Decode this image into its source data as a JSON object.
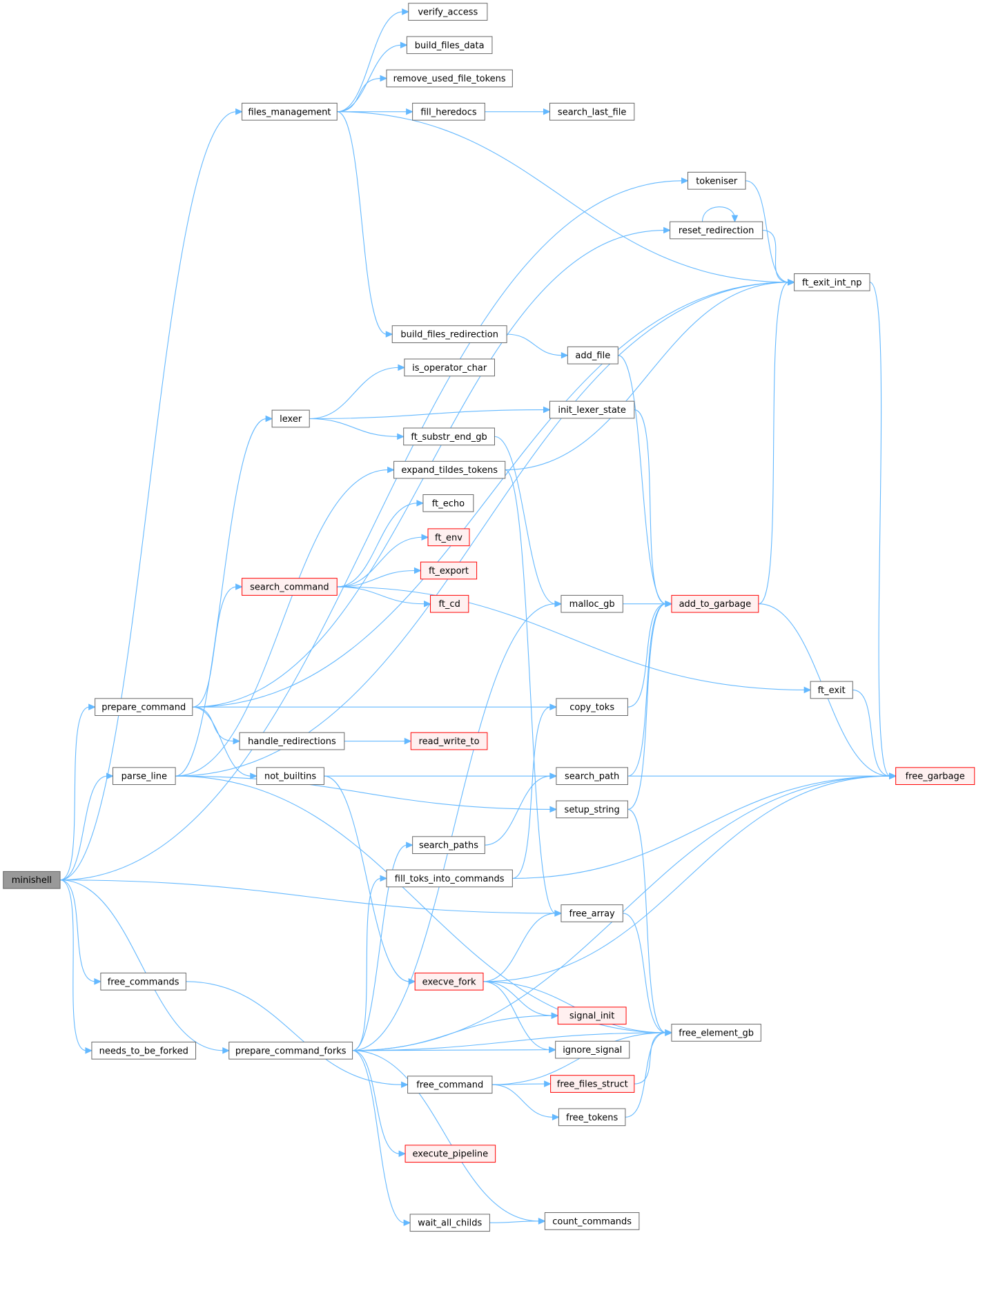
{
  "graph": {
    "title": "",
    "colors": {
      "edge": "#63b8ff",
      "node_fill": "#ffffff",
      "node_border": "#666666",
      "current_fill": "#999999",
      "current_border": "#666666",
      "truncated_fill": "#fff0f0",
      "truncated_border": "#ff0000",
      "text": "#000000"
    },
    "nodes": [
      {
        "id": "minishell",
        "label": "minishell",
        "style": "current"
      },
      {
        "id": "files_management",
        "label": "files_management",
        "style": "normal"
      },
      {
        "id": "verify_access",
        "label": "verify_access",
        "style": "normal"
      },
      {
        "id": "build_files_data",
        "label": "build_files_data",
        "style": "normal"
      },
      {
        "id": "remove_used_file_tokens",
        "label": "remove_used_file_tokens",
        "style": "normal"
      },
      {
        "id": "fill_heredocs",
        "label": "fill_heredocs",
        "style": "normal"
      },
      {
        "id": "search_last_file",
        "label": "search_last_file",
        "style": "normal"
      },
      {
        "id": "tokeniser",
        "label": "tokeniser",
        "style": "normal"
      },
      {
        "id": "reset_redirection",
        "label": "reset_redirection",
        "style": "normal"
      },
      {
        "id": "ft_exit_int_np",
        "label": "ft_exit_int_np",
        "style": "normal"
      },
      {
        "id": "build_files_redirection",
        "label": "build_files_redirection",
        "style": "normal"
      },
      {
        "id": "add_file",
        "label": "add_file",
        "style": "normal"
      },
      {
        "id": "is_operator_char",
        "label": "is_operator_char",
        "style": "normal"
      },
      {
        "id": "lexer",
        "label": "lexer",
        "style": "normal"
      },
      {
        "id": "init_lexer_state",
        "label": "init_lexer_state",
        "style": "normal"
      },
      {
        "id": "ft_substr_end_gb",
        "label": "ft_substr_end_gb",
        "style": "normal"
      },
      {
        "id": "expand_tildes_tokens",
        "label": "expand_tildes_tokens",
        "style": "normal"
      },
      {
        "id": "ft_echo",
        "label": "ft_echo",
        "style": "normal"
      },
      {
        "id": "ft_env",
        "label": "ft_env",
        "style": "truncated"
      },
      {
        "id": "ft_export",
        "label": "ft_export",
        "style": "truncated"
      },
      {
        "id": "search_command",
        "label": "search_command",
        "style": "truncated"
      },
      {
        "id": "ft_cd",
        "label": "ft_cd",
        "style": "truncated"
      },
      {
        "id": "malloc_gb",
        "label": "malloc_gb",
        "style": "normal"
      },
      {
        "id": "add_to_garbage",
        "label": "add_to_garbage",
        "style": "truncated"
      },
      {
        "id": "ft_exit",
        "label": "ft_exit",
        "style": "normal"
      },
      {
        "id": "prepare_command",
        "label": "prepare_command",
        "style": "normal"
      },
      {
        "id": "copy_toks",
        "label": "copy_toks",
        "style": "normal"
      },
      {
        "id": "handle_redirections",
        "label": "handle_redirections",
        "style": "normal"
      },
      {
        "id": "read_write_to",
        "label": "read_write_to",
        "style": "truncated"
      },
      {
        "id": "parse_line",
        "label": "parse_line",
        "style": "normal"
      },
      {
        "id": "not_builtins",
        "label": "not_builtins",
        "style": "normal"
      },
      {
        "id": "search_path",
        "label": "search_path",
        "style": "normal"
      },
      {
        "id": "free_garbage",
        "label": "free_garbage",
        "style": "truncated"
      },
      {
        "id": "setup_string",
        "label": "setup_string",
        "style": "normal"
      },
      {
        "id": "search_paths",
        "label": "search_paths",
        "style": "normal"
      },
      {
        "id": "fill_toks_into_commands",
        "label": "fill_toks_into_commands",
        "style": "normal"
      },
      {
        "id": "free_array",
        "label": "free_array",
        "style": "normal"
      },
      {
        "id": "free_commands",
        "label": "free_commands",
        "style": "normal"
      },
      {
        "id": "execve_fork",
        "label": "execve_fork",
        "style": "truncated"
      },
      {
        "id": "signal_init",
        "label": "signal_init",
        "style": "truncated"
      },
      {
        "id": "free_element_gb",
        "label": "free_element_gb",
        "style": "normal"
      },
      {
        "id": "needs_to_be_forked",
        "label": "needs_to_be_forked",
        "style": "normal"
      },
      {
        "id": "prepare_command_forks",
        "label": "prepare_command_forks",
        "style": "normal"
      },
      {
        "id": "ignore_signal",
        "label": "ignore_signal",
        "style": "normal"
      },
      {
        "id": "free_command",
        "label": "free_command",
        "style": "normal"
      },
      {
        "id": "free_files_struct",
        "label": "free_files_struct",
        "style": "truncated"
      },
      {
        "id": "free_tokens",
        "label": "free_tokens",
        "style": "normal"
      },
      {
        "id": "execute_pipeline",
        "label": "execute_pipeline",
        "style": "truncated"
      },
      {
        "id": "wait_all_childs",
        "label": "wait_all_childs",
        "style": "normal"
      },
      {
        "id": "count_commands",
        "label": "count_commands",
        "style": "normal"
      }
    ],
    "edges": [
      [
        "minishell",
        "files_management"
      ],
      [
        "minishell",
        "tokeniser"
      ],
      [
        "minishell",
        "prepare_command"
      ],
      [
        "minishell",
        "parse_line"
      ],
      [
        "minishell",
        "free_array"
      ],
      [
        "minishell",
        "free_commands"
      ],
      [
        "minishell",
        "needs_to_be_forked"
      ],
      [
        "minishell",
        "prepare_command_forks"
      ],
      [
        "files_management",
        "verify_access"
      ],
      [
        "files_management",
        "build_files_data"
      ],
      [
        "files_management",
        "remove_used_file_tokens"
      ],
      [
        "files_management",
        "fill_heredocs"
      ],
      [
        "files_management",
        "ft_exit_int_np"
      ],
      [
        "files_management",
        "build_files_redirection"
      ],
      [
        "fill_heredocs",
        "search_last_file"
      ],
      [
        "tokeniser",
        "ft_exit_int_np"
      ],
      [
        "reset_redirection",
        "reset_redirection"
      ],
      [
        "reset_redirection",
        "ft_exit_int_np"
      ],
      [
        "ft_exit_int_np",
        "free_garbage"
      ],
      [
        "build_files_redirection",
        "add_file"
      ],
      [
        "add_file",
        "add_to_garbage"
      ],
      [
        "lexer",
        "is_operator_char"
      ],
      [
        "lexer",
        "init_lexer_state"
      ],
      [
        "lexer",
        "ft_substr_end_gb"
      ],
      [
        "init_lexer_state",
        "add_to_garbage"
      ],
      [
        "ft_substr_end_gb",
        "malloc_gb"
      ],
      [
        "expand_tildes_tokens",
        "ft_exit_int_np"
      ],
      [
        "expand_tildes_tokens",
        "free_array"
      ],
      [
        "search_command",
        "ft_echo"
      ],
      [
        "search_command",
        "ft_env"
      ],
      [
        "search_command",
        "ft_export"
      ],
      [
        "search_command",
        "ft_cd"
      ],
      [
        "search_command",
        "ft_exit"
      ],
      [
        "malloc_gb",
        "add_to_garbage"
      ],
      [
        "add_to_garbage",
        "ft_exit_int_np"
      ],
      [
        "add_to_garbage",
        "free_garbage"
      ],
      [
        "ft_exit",
        "free_garbage"
      ],
      [
        "prepare_command",
        "reset_redirection"
      ],
      [
        "prepare_command",
        "ft_exit_int_np"
      ],
      [
        "prepare_command",
        "search_command"
      ],
      [
        "prepare_command",
        "copy_toks"
      ],
      [
        "prepare_command",
        "handle_redirections"
      ],
      [
        "prepare_command",
        "not_builtins"
      ],
      [
        "copy_toks",
        "add_to_garbage"
      ],
      [
        "handle_redirections",
        "read_write_to"
      ],
      [
        "parse_line",
        "ft_exit_int_np"
      ],
      [
        "parse_line",
        "lexer"
      ],
      [
        "parse_line",
        "expand_tildes_tokens"
      ],
      [
        "parse_line",
        "setup_string"
      ],
      [
        "parse_line",
        "free_element_gb"
      ],
      [
        "not_builtins",
        "search_path"
      ],
      [
        "not_builtins",
        "execve_fork"
      ],
      [
        "search_path",
        "add_to_garbage"
      ],
      [
        "search_path",
        "free_garbage"
      ],
      [
        "setup_string",
        "add_to_garbage"
      ],
      [
        "setup_string",
        "free_element_gb"
      ],
      [
        "search_paths",
        "search_path"
      ],
      [
        "fill_toks_into_commands",
        "copy_toks"
      ],
      [
        "fill_toks_into_commands",
        "free_garbage"
      ],
      [
        "free_array",
        "free_element_gb"
      ],
      [
        "free_commands",
        "free_command"
      ],
      [
        "execve_fork",
        "free_array"
      ],
      [
        "execve_fork",
        "free_garbage"
      ],
      [
        "execve_fork",
        "signal_init"
      ],
      [
        "execve_fork",
        "free_element_gb"
      ],
      [
        "execve_fork",
        "ignore_signal"
      ],
      [
        "prepare_command_forks",
        "malloc_gb"
      ],
      [
        "prepare_command_forks",
        "search_paths"
      ],
      [
        "prepare_command_forks",
        "fill_toks_into_commands"
      ],
      [
        "prepare_command_forks",
        "signal_init"
      ],
      [
        "prepare_command_forks",
        "ignore_signal"
      ],
      [
        "prepare_command_forks",
        "free_element_gb"
      ],
      [
        "prepare_command_forks",
        "execute_pipeline"
      ],
      [
        "prepare_command_forks",
        "wait_all_childs"
      ],
      [
        "prepare_command_forks",
        "count_commands"
      ],
      [
        "prepare_command_forks",
        "free_garbage"
      ],
      [
        "free_command",
        "free_files_struct"
      ],
      [
        "free_command",
        "free_tokens"
      ],
      [
        "free_command",
        "free_element_gb"
      ],
      [
        "free_files_struct",
        "free_element_gb"
      ],
      [
        "free_tokens",
        "free_element_gb"
      ],
      [
        "wait_all_childs",
        "count_commands"
      ]
    ]
  }
}
